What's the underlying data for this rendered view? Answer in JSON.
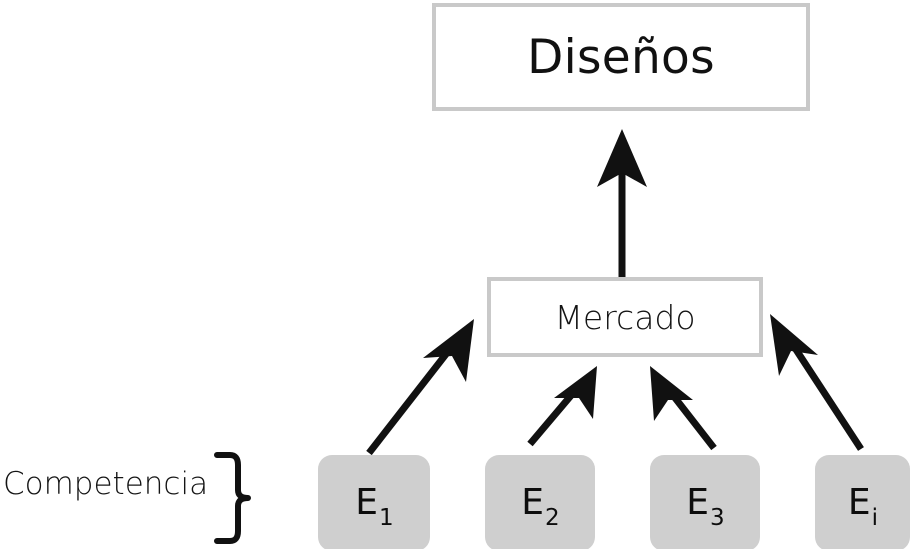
{
  "diagram": {
    "title_node": {
      "id": "disenos",
      "label": "Diseños"
    },
    "mid_node": {
      "id": "mercado",
      "label": "Mercado"
    },
    "group_label": "Competencia",
    "entities": [
      {
        "id": "e1",
        "base": "E",
        "sub": "1"
      },
      {
        "id": "e2",
        "base": "E",
        "sub": "2"
      },
      {
        "id": "e3",
        "base": "E",
        "sub": "3"
      },
      {
        "id": "ei",
        "base": "E",
        "sub": "i"
      }
    ],
    "connectors": [
      {
        "id": "arrow-mercado-to-disenos",
        "from": "mercado",
        "to": "disenos",
        "direction": "up"
      },
      {
        "id": "arrow-e1-to-mercado",
        "from": "e1",
        "to": "mercado",
        "direction": "up-right"
      },
      {
        "id": "arrow-e2-to-mercado",
        "from": "e2",
        "to": "mercado",
        "direction": "up-right"
      },
      {
        "id": "arrow-e3-to-mercado",
        "from": "e3",
        "to": "mercado",
        "direction": "up-left"
      },
      {
        "id": "arrow-ei-to-mercado",
        "from": "ei",
        "to": "mercado",
        "direction": "up-left"
      }
    ],
    "colors": {
      "background": "#ffffff",
      "box_border": "#c9c9c9",
      "box_fill": "#ffffff",
      "entity_fill": "#cfcfcf",
      "text": "#111111",
      "arrow": "#111111"
    }
  }
}
